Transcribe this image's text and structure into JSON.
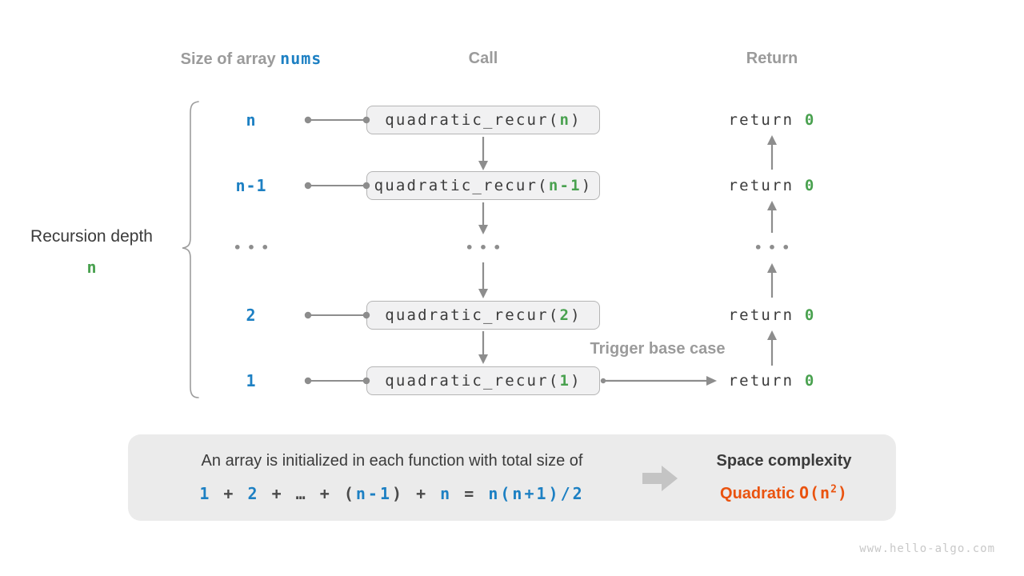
{
  "columns": {
    "size_header": {
      "prefix": "Size of array ",
      "code": "nums"
    },
    "call_header": "Call",
    "return_header": "Return"
  },
  "depth_label": {
    "text": "Recursion depth",
    "value": "n"
  },
  "rows": [
    {
      "size": "n",
      "call": {
        "prefix": "quadratic_recur(",
        "arg": "n",
        "suffix": ")"
      },
      "ret": {
        "prefix": "return ",
        "value": "0"
      }
    },
    {
      "size": "n-1",
      "call": {
        "prefix": "quadratic_recur(",
        "arg": "n-1",
        "suffix": ")"
      },
      "ret": {
        "prefix": "return ",
        "value": "0"
      }
    },
    {
      "size": "•••",
      "call_dots": "•••",
      "ret_dots": "•••"
    },
    {
      "size": "2",
      "call": {
        "prefix": "quadratic_recur(",
        "arg": "2",
        "suffix": ")"
      },
      "ret": {
        "prefix": "return ",
        "value": "0"
      }
    },
    {
      "size": "1",
      "call": {
        "prefix": "quadratic_recur(",
        "arg": "1",
        "suffix": ")"
      },
      "ret": {
        "prefix": "return ",
        "value": "0"
      }
    }
  ],
  "trigger_label": "Trigger base case",
  "summary": {
    "line1": "An array is initialized in each function with total size of",
    "formula": [
      "1",
      " + ",
      "2",
      " + ",
      "…",
      " + ",
      "(",
      "n-1",
      ")",
      " + ",
      "n",
      " = ",
      "n(n+1)/2"
    ],
    "result_title": "Space complexity",
    "result_name": "Quadratic ",
    "result_o": {
      "prefix": "O(n",
      "exp": "2",
      "suffix": ")"
    }
  },
  "watermark": "www.hello-algo.com",
  "colors": {
    "blue": "#1d80c3",
    "green": "#49a14f",
    "orange": "#ea530f",
    "gray_text": "#9b9b9b",
    "dark_text": "#3b3b3b",
    "box_fill": "#f1f1f2",
    "box_border": "#b5b5b5",
    "panel_fill": "#ebebeb",
    "arrow_gray": "#8d8d8d"
  }
}
